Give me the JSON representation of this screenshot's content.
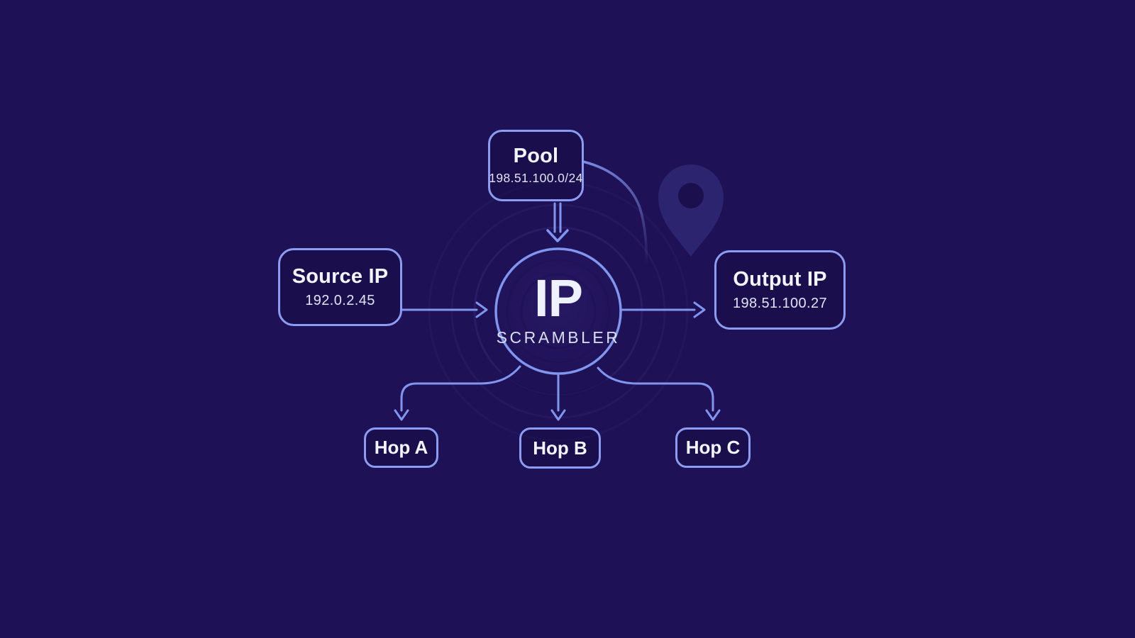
{
  "colors": {
    "background": "#1F1156",
    "accent_line": "#8095EF",
    "box_border": "#8B9DF2",
    "text_primary": "#F2F4FF",
    "text_secondary": "#DFE5FA",
    "pin_fill": "#2D2470",
    "pin_hole": "#1B0F4E"
  },
  "nodes": {
    "pool": {
      "title": "Pool",
      "value": "198.51.100.0/24"
    },
    "source": {
      "title": "Source IP",
      "value": "192.0.2.45"
    },
    "scrambler": {
      "title": "IP",
      "subtitle": "SCRAMBLER"
    },
    "output": {
      "title": "Output IP",
      "value": "198.51.100.27"
    },
    "hops": [
      {
        "label": "Hop A"
      },
      {
        "label": "Hop B"
      },
      {
        "label": "Hop C"
      }
    ]
  },
  "edges": [
    {
      "from": "Pool",
      "to": "IP Scrambler"
    },
    {
      "from": "Source IP",
      "to": "IP Scrambler"
    },
    {
      "from": "IP Scrambler",
      "to": "Output IP"
    },
    {
      "from": "IP Scrambler",
      "to": "Hop A"
    },
    {
      "from": "IP Scrambler",
      "to": "Hop B"
    },
    {
      "from": "IP Scrambler",
      "to": "Hop C"
    }
  ],
  "icons": {
    "location_pin": "map-pin-icon"
  }
}
